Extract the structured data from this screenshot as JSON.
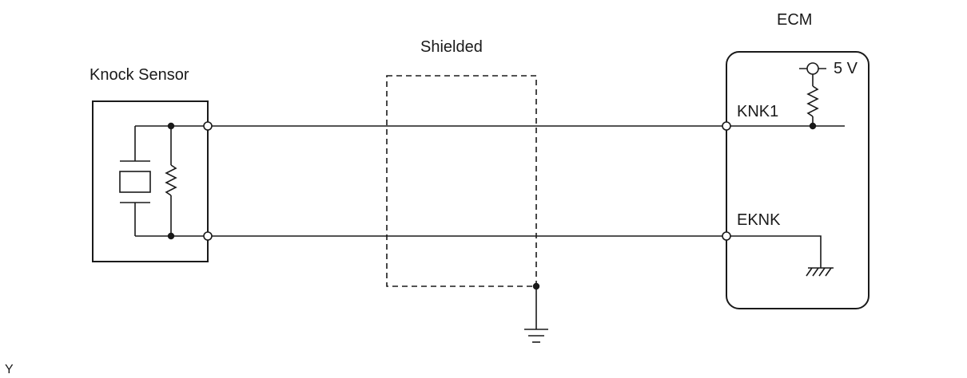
{
  "labels": {
    "knock_sensor": "Knock Sensor",
    "shielded": "Shielded",
    "ecm": "ECM",
    "supply_voltage": "5 V",
    "knk1": "KNK1",
    "eknk": "EKNK",
    "corner_mark": "Y"
  }
}
